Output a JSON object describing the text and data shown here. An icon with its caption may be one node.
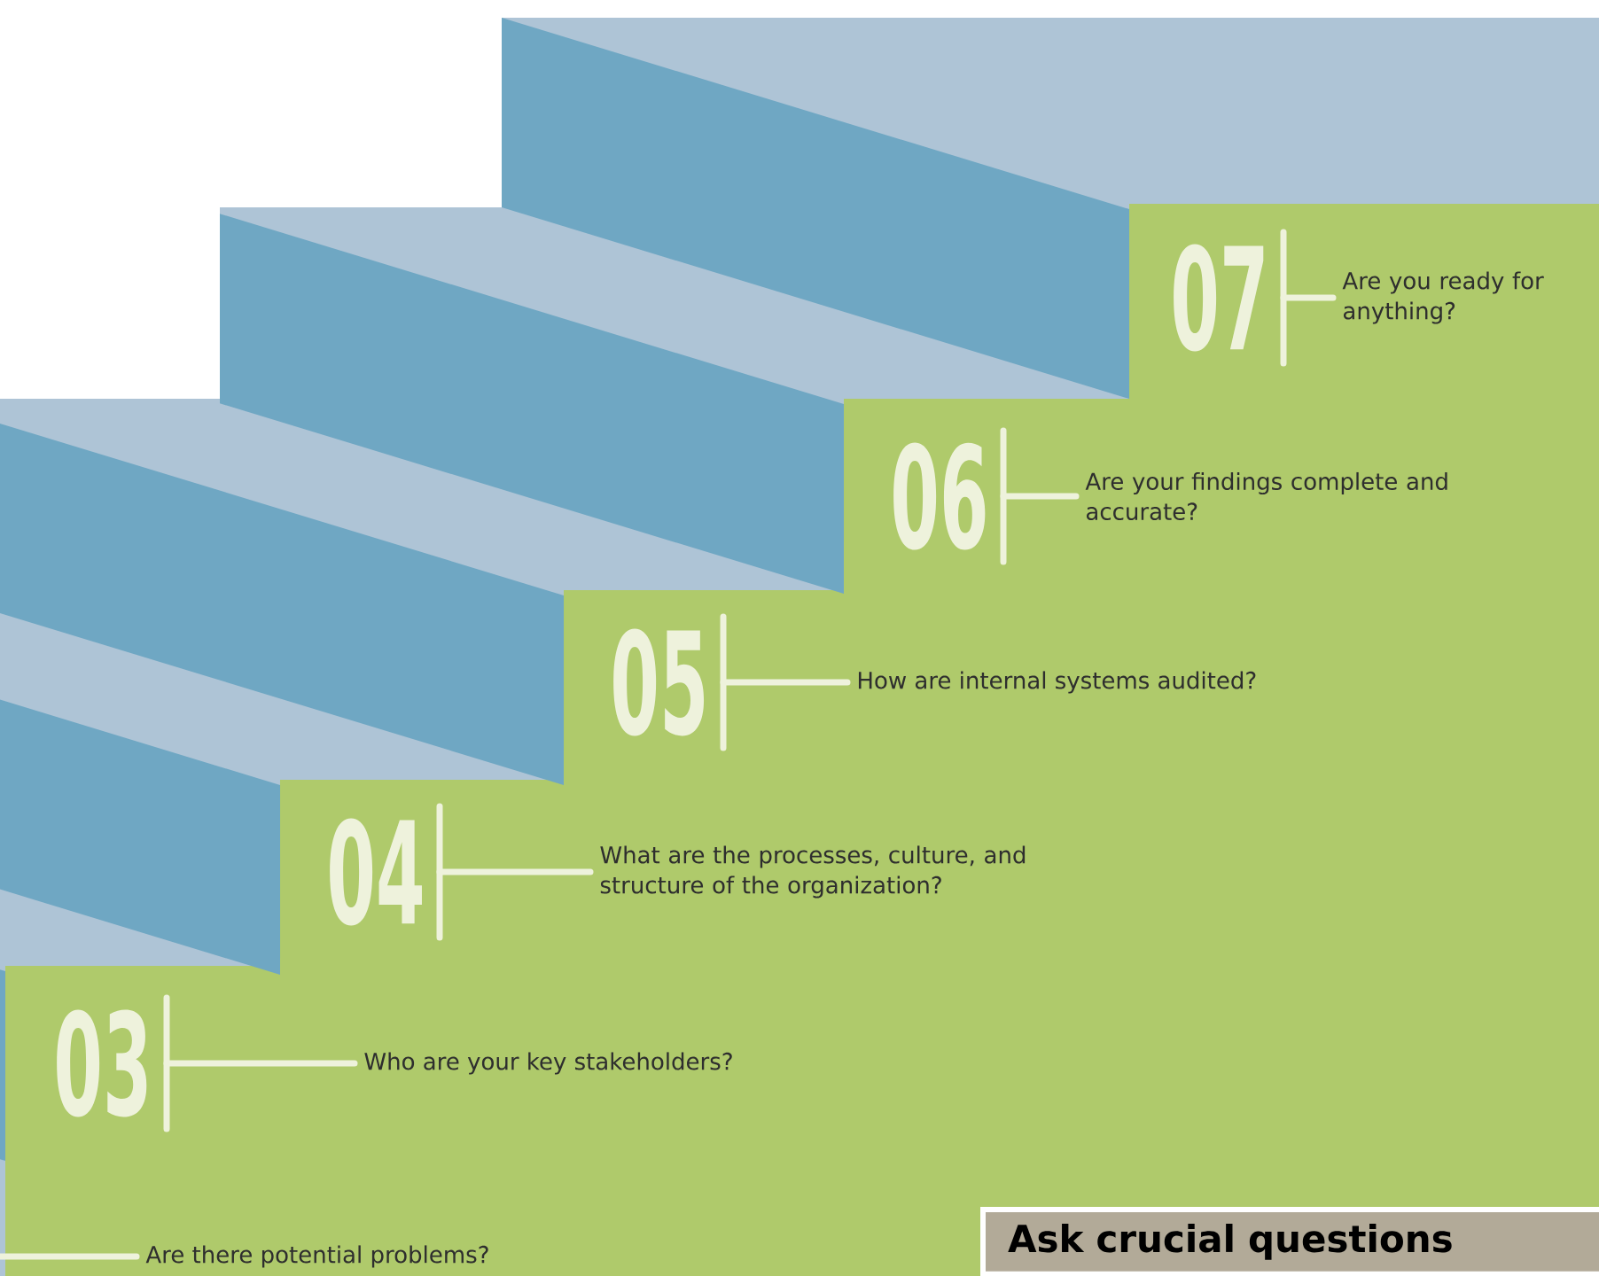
{
  "diagram": {
    "nodes": [
      {
        "text": [
          "07"
        ]
      },
      {
        "text": [
          "Are you ready for anything?"
        ]
      },
      {
        "text": [
          "06"
        ]
      },
      {
        "text": [
          "Are your findings complete and accurate?"
        ]
      },
      {
        "text": [
          "05"
        ]
      },
      {
        "text": [
          "How are internal systems audited?"
        ]
      },
      {
        "text": [
          "04"
        ]
      },
      {
        "text": [
          "What are the processes, culture, and structure of the organization?"
        ]
      },
      {
        "text": [
          "03"
        ]
      },
      {
        "text": [
          "Who are your key stakeholders?"
        ]
      },
      {
        "text": [
          "Are there potential problems?"
        ]
      },
      {
        "text": [
          "Ask crucial questions"
        ]
      }
    ],
    "edges": [
      {
        "from": 0,
        "to": 1,
        "arrow": "none"
      },
      {
        "from": 2,
        "to": 3,
        "arrow": "none"
      },
      {
        "from": 4,
        "to": 5,
        "arrow": "none"
      },
      {
        "from": 6,
        "to": 7,
        "arrow": "none"
      },
      {
        "from": 8,
        "to": 9,
        "arrow": "none"
      },
      {
        "from": null,
        "to": 10,
        "arrow": "none"
      }
    ]
  }
}
